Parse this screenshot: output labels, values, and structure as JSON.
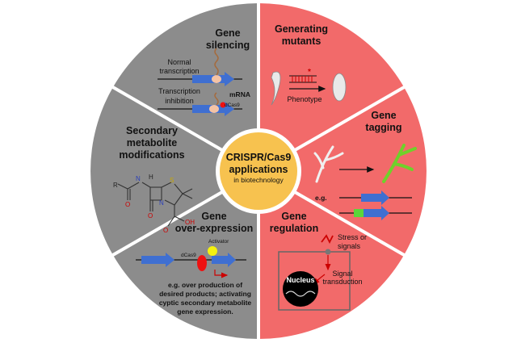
{
  "colors": {
    "gray_sector": "#8c8c8c",
    "red_sector": "#f26a6a",
    "center": "#f7c24f",
    "arrow_blue": "#3f6fd1",
    "divider": "#ffffff"
  },
  "center": {
    "line1": "CRISPR/Cas9",
    "line2": "applications",
    "line3": "in biotechnology"
  },
  "sectors": {
    "gene_silencing": {
      "title_line1": "Gene",
      "title_line2": "silencing",
      "normal_line1": "Normal",
      "normal_line2": "transcription",
      "inhib_line1": "Transcription",
      "inhib_line2": "inhibition",
      "mrna": "mRNA",
      "dcas9": "dCas9"
    },
    "generating_mutants": {
      "title_line1": "Generating",
      "title_line2": "mutants",
      "phenotype": "Phenotype"
    },
    "gene_tagging": {
      "title_line1": "Gene",
      "title_line2": "tagging",
      "eg": "e.g."
    },
    "gene_regulation": {
      "title_line1": "Gene",
      "title_line2": "regulation",
      "stress_line1": "Stress or",
      "stress_line2": "signals",
      "signal_line1": "Signal",
      "signal_line2": "transduction",
      "nucleus": "Nucleus"
    },
    "gene_overexpression": {
      "title_line1": "Gene",
      "title_line2": "over-expression",
      "dcas9": "dCas9",
      "activator": "Activator",
      "desc_line1": "e.g. over production of",
      "desc_line2": "desired products; activating",
      "desc_line3": "cyptic secondary metabolite",
      "desc_line4": "gene expression."
    },
    "secondary_metabolite": {
      "title_line1": "Secondary",
      "title_line2": "metabolite",
      "title_line3": "modifications",
      "atom_r": "R",
      "atom_h": "H",
      "atom_n1": "N",
      "atom_n2": "N",
      "atom_s": "S",
      "atom_o1": "O",
      "atom_o2": "O",
      "atom_o3": "O",
      "atom_oh": "OH"
    }
  }
}
